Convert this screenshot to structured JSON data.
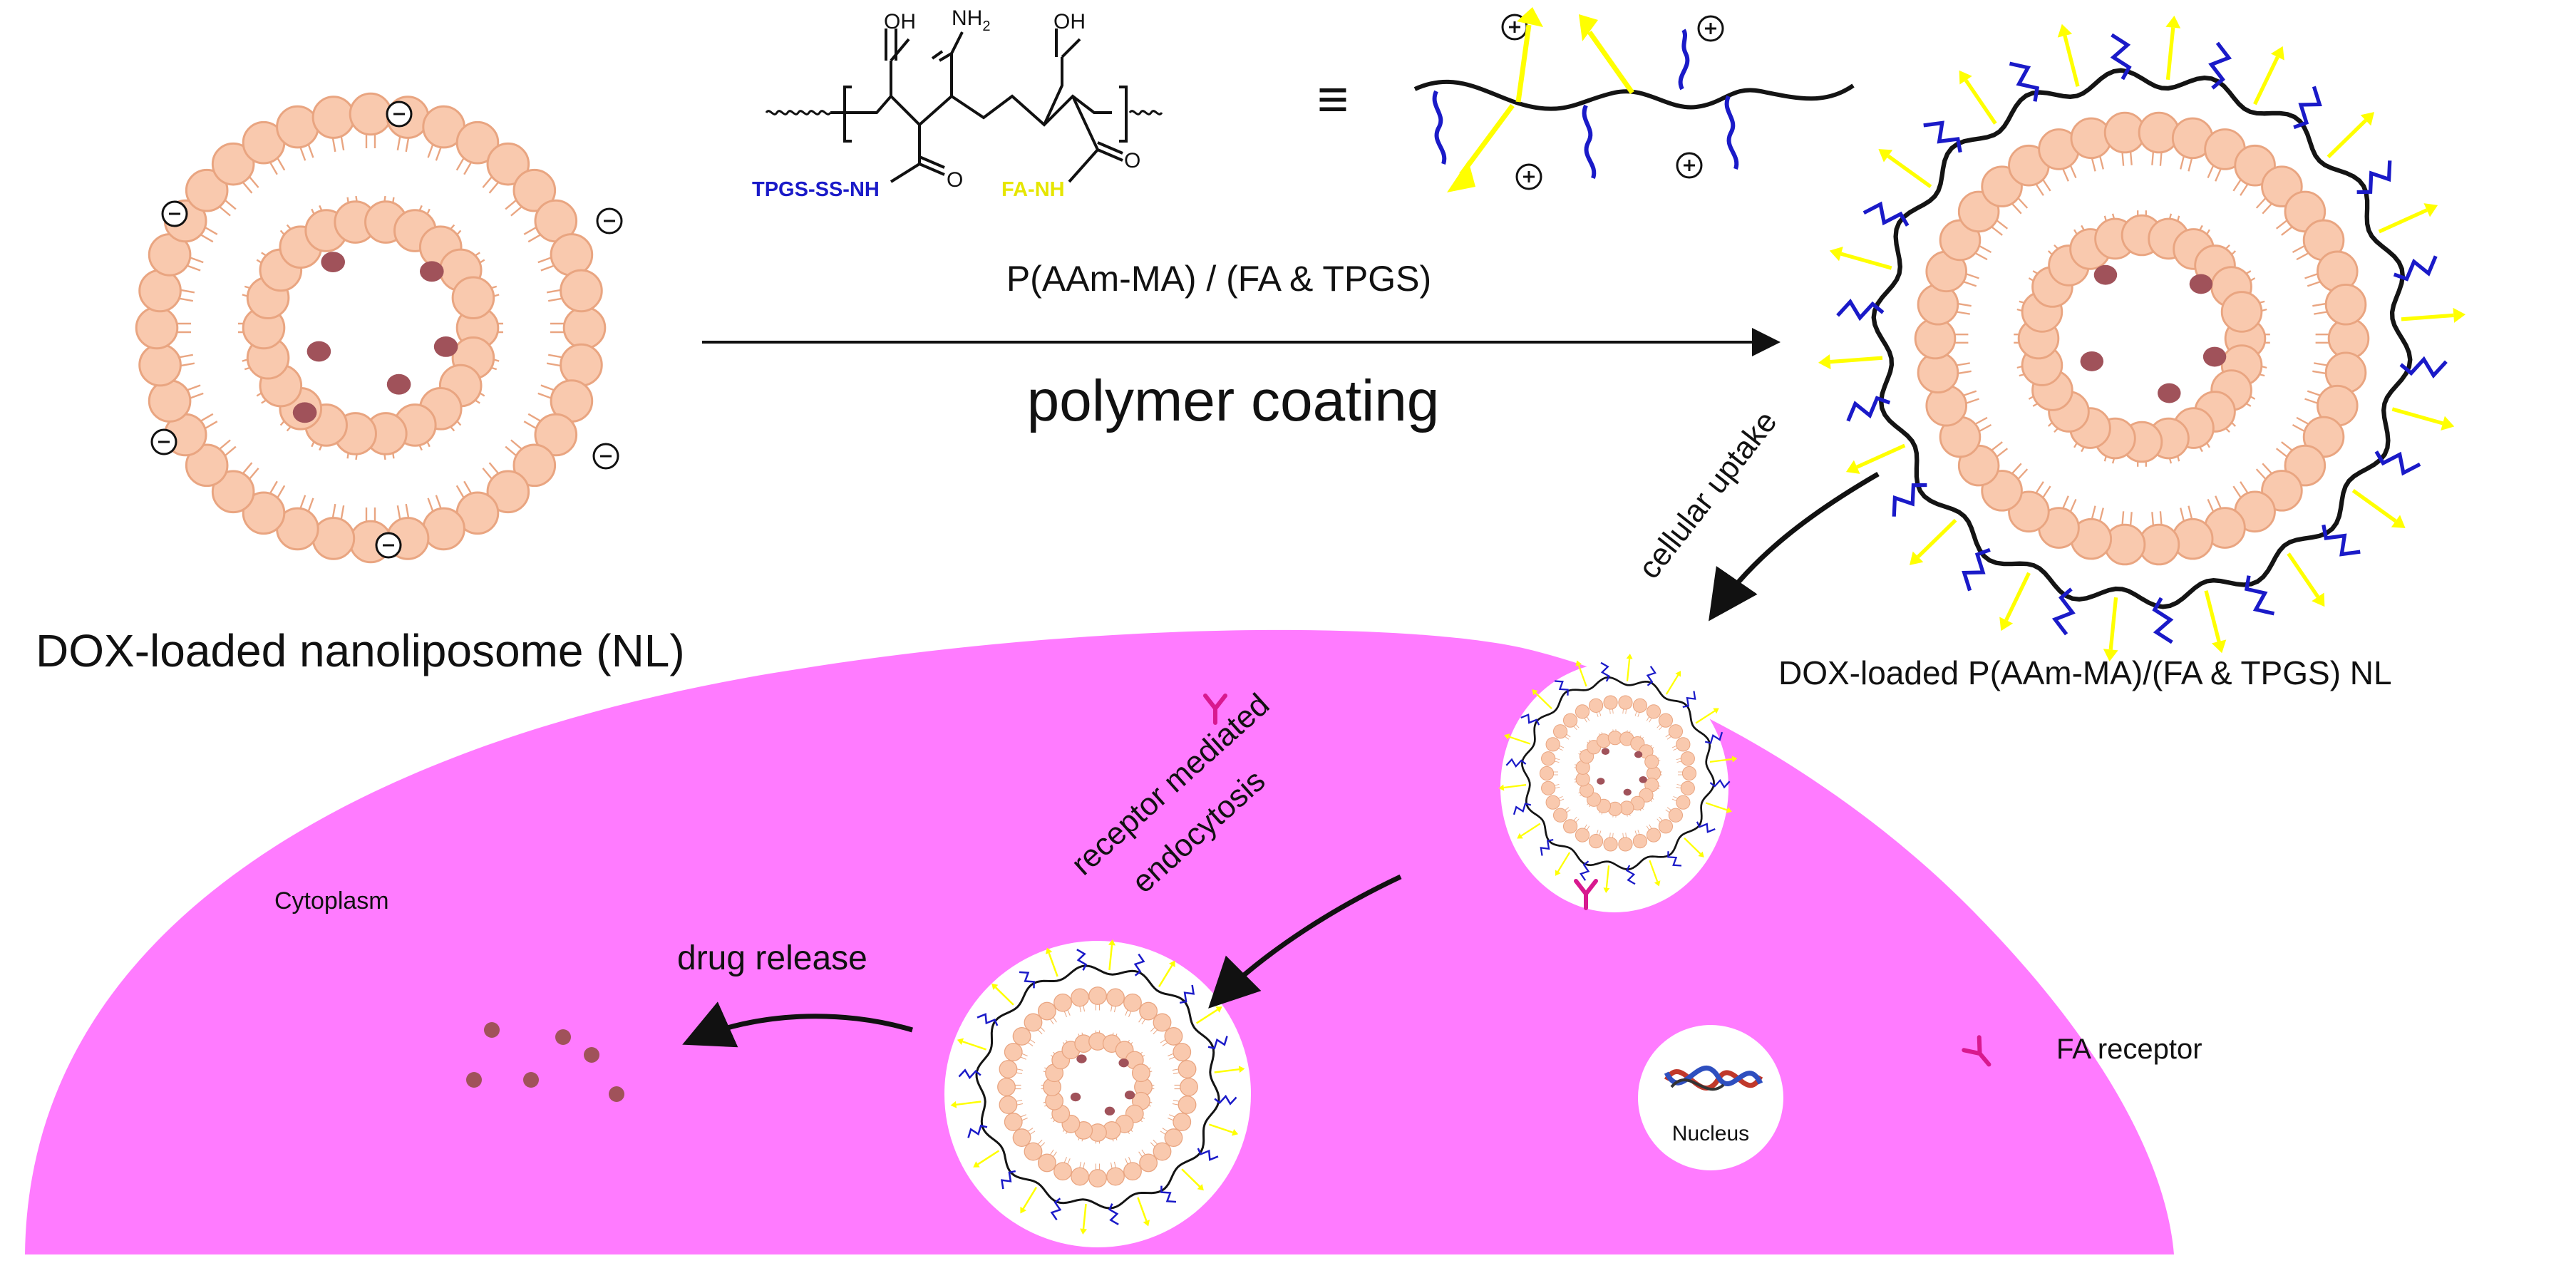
{
  "labels": {
    "main_label": "polymer coating",
    "polymer_name": "P(AAm-MA) / (FA & TPGS)",
    "left_liposome": "DOX-loaded nanoliposome (NL)",
    "right_liposome": "DOX-loaded P(AAm-MA)/(FA & TPGS) NL",
    "cellular_uptake": "cellular uptake",
    "receptor_line1": "receptor mediated",
    "receptor_line2": "endocytosis",
    "drug_release": "drug release",
    "cytoplasm": "Cytoplasm",
    "nucleus": "Nucleus",
    "fa_receptor": "FA receptor",
    "equiv": "≡"
  },
  "structure": {
    "cooh_left": "OH",
    "nh2": "NH",
    "nh2_sub": "2",
    "cooh_right": "OH",
    "o_left": "O",
    "o_right": "O",
    "tpgs_label": "TPGS-SS-NH",
    "fa_label": "FA-NH"
  },
  "colors": {
    "lipid_head": "#F9C9AE",
    "lipid_stroke": "#E9A581",
    "drug": "#A0525A",
    "cell": "#FF7BFF",
    "polymer": "#141414",
    "tpgs": "#1A1AC8",
    "fa": "#FFFF00",
    "receptor": "#D8198F"
  }
}
